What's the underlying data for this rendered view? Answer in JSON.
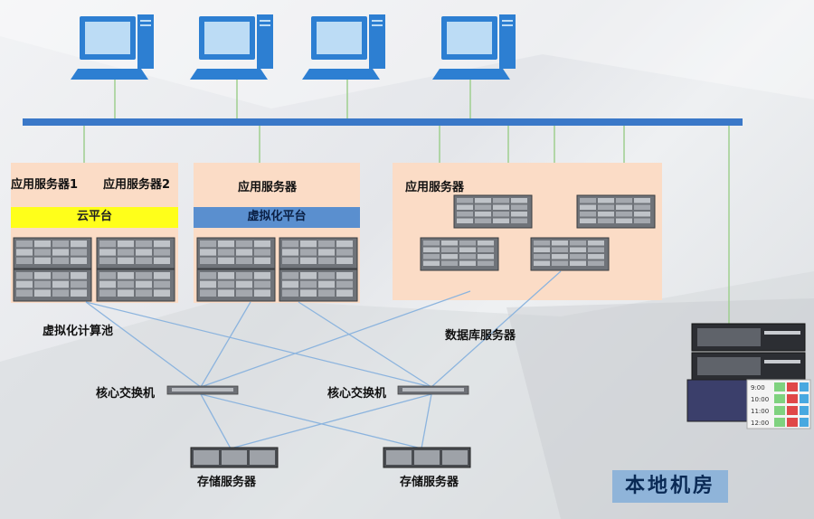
{
  "labels": {
    "app_server_1": "应用服务器1",
    "app_server_2": "应用服务器2",
    "cloud_platform": "云平台",
    "app_server_mid": "应用服务器",
    "virtualization_platform": "虚拟化平台",
    "app_server_right": "应用服务器",
    "virtual_compute_pool": "虚拟化计算池",
    "database_server": "数据库服务器",
    "core_switch_left": "核心交换机",
    "core_switch_right": "核心交换机",
    "storage_left": "存储服务器",
    "storage_right": "存储服务器",
    "local_room": "本地机房"
  },
  "schedule_times": [
    "9:00",
    "10:00",
    "11:00",
    "12:00"
  ],
  "colors": {
    "network_bus": "#3a78c8",
    "cloud_bar": "#ffff1a",
    "virtualization_bar": "#5a8fcf",
    "panel": "#fbdcc6",
    "link_green": "#9fcf8f",
    "link_blue": "#8cb4de"
  },
  "icons": [
    "desktop-computer-icon",
    "server-icon",
    "switch-icon",
    "storage-icon",
    "rack-server-icon",
    "schedule-display-icon"
  ]
}
